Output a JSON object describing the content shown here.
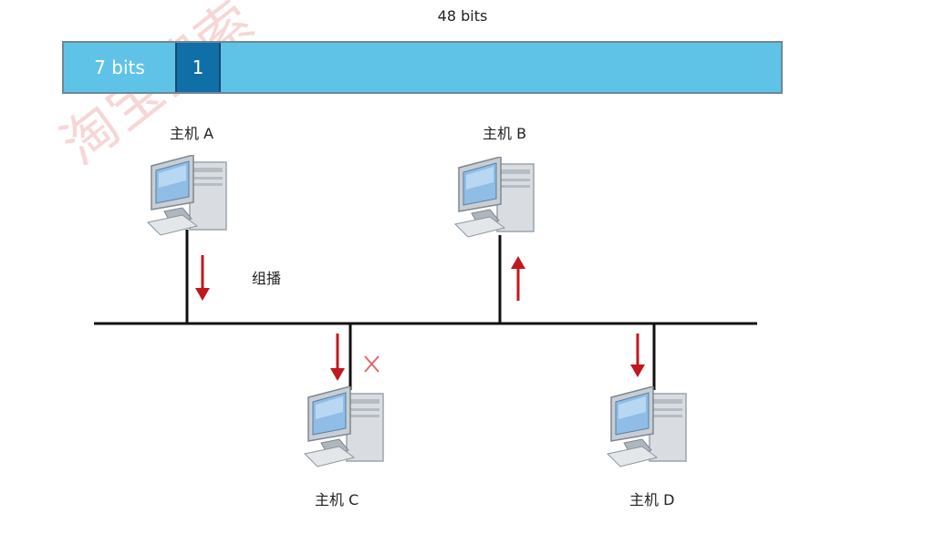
{
  "header": {
    "total_bits": "48 bits"
  },
  "mac_bar": {
    "segment_7": "7 bits",
    "segment_1": "1"
  },
  "hosts": {
    "a": {
      "label": "主机 A"
    },
    "b": {
      "label": "主机 B"
    },
    "c": {
      "label": "主机 C"
    },
    "d": {
      "label": "主机 D"
    }
  },
  "annotations": {
    "multicast": "组播",
    "reject_mark": "×"
  },
  "watermark": "淘宝搜索",
  "colors": {
    "bar": "#5fc3e8",
    "bit_highlight": "#0f6fa6",
    "arrow": "#c0181f",
    "bus": "#111111"
  },
  "icons": [
    "computer-icon",
    "arrow-down-icon",
    "arrow-up-icon",
    "x-mark-icon"
  ]
}
